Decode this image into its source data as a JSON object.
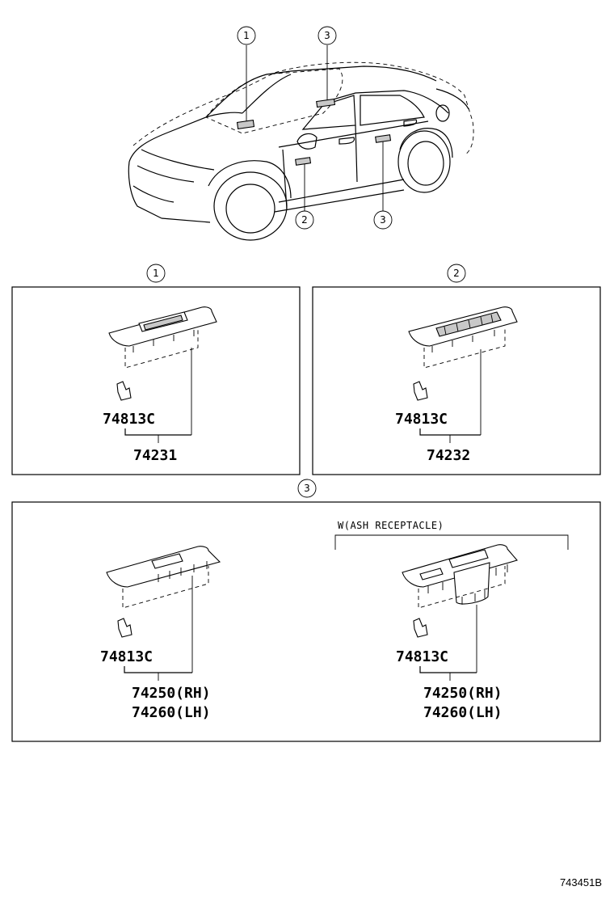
{
  "callouts": {
    "c1": "1",
    "c2": "2",
    "c3": "3"
  },
  "panel1": {
    "clip_part": "74813C",
    "switch_part": "74231"
  },
  "panel2": {
    "clip_part": "74813C",
    "switch_part": "74232"
  },
  "panel3": {
    "note": "W(ASH RECEPTACLE)",
    "left": {
      "clip_part": "74813C",
      "part_rh": "74250(RH)",
      "part_lh": "74260(LH)"
    },
    "right": {
      "clip_part": "74813C",
      "part_rh": "74250(RH)",
      "part_lh": "74260(LH)"
    }
  },
  "figure_number": "743451B"
}
